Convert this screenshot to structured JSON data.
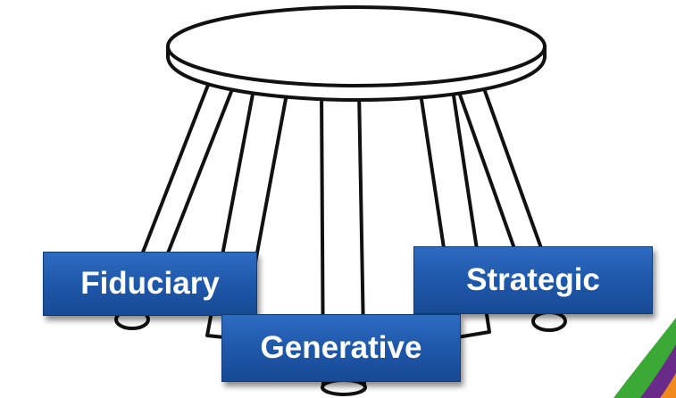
{
  "labels": {
    "fiduciary": "Fiduciary",
    "strategic": "Strategic",
    "generative": "Generative"
  },
  "colors": {
    "box_fill": "#1e56a8",
    "box_text": "#ffffff",
    "stool_stroke": "#111111",
    "deco_green": "#3aa935",
    "deco_purple": "#6a2a8a",
    "deco_orange": "#f08a1c"
  },
  "icons": {
    "stool": "three-legged-stool-icon"
  }
}
